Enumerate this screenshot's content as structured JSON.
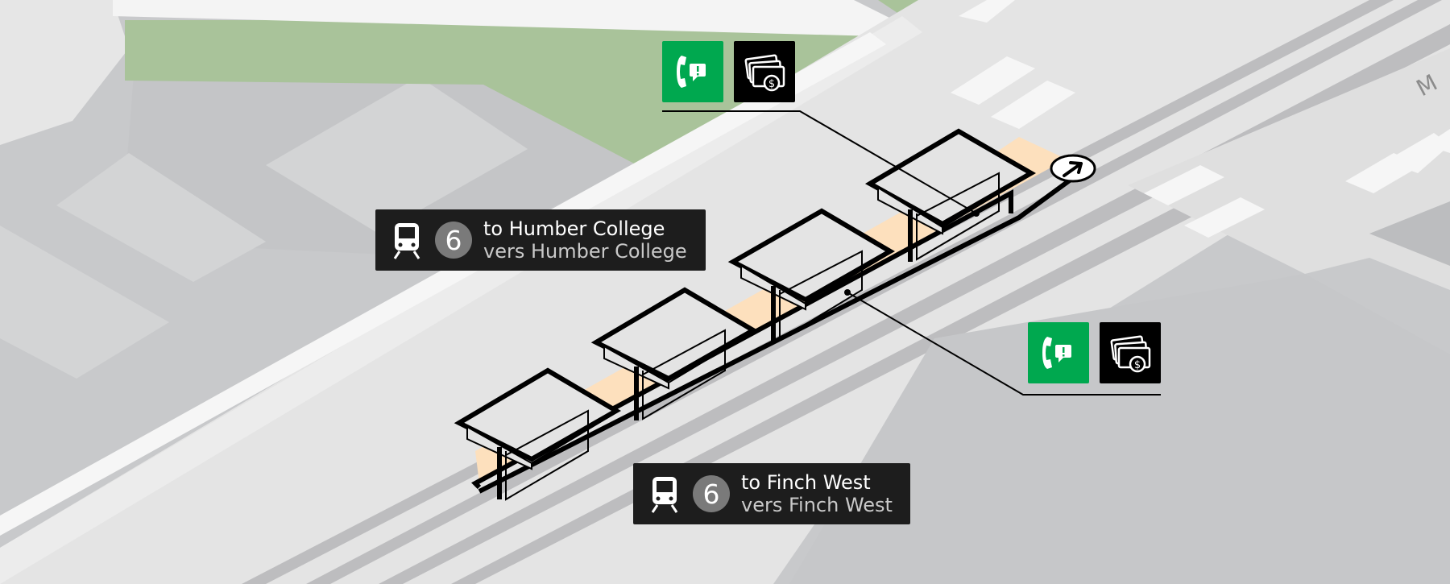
{
  "map": {
    "colors": {
      "background": "#c8c9cb",
      "road": "#e4e4e4",
      "park": "#a9c39a",
      "block": "#d2d3d4",
      "platform": "#fde0bd",
      "track": "#bdbdbf",
      "label_bg": "#1d1d1d",
      "route_badge": "#7a7a7a",
      "help_point": "#00a84f",
      "fare_machine": "#000000"
    },
    "route_labels": [
      {
        "route_number": "6",
        "direction_en": "to Humber College",
        "direction_fr": "vers Humber College",
        "icon": "tram-icon"
      },
      {
        "route_number": "6",
        "direction_en": "to Finch West",
        "direction_fr": "vers Finch West",
        "icon": "tram-icon"
      }
    ],
    "amenities": [
      {
        "icons": [
          "help-point-icon",
          "fare-machine-icon"
        ]
      },
      {
        "icons": [
          "help-point-icon",
          "fare-machine-icon"
        ]
      }
    ],
    "exit_marker": {
      "icon": "arrow-up-right-icon"
    },
    "edge_street_label": "M"
  }
}
